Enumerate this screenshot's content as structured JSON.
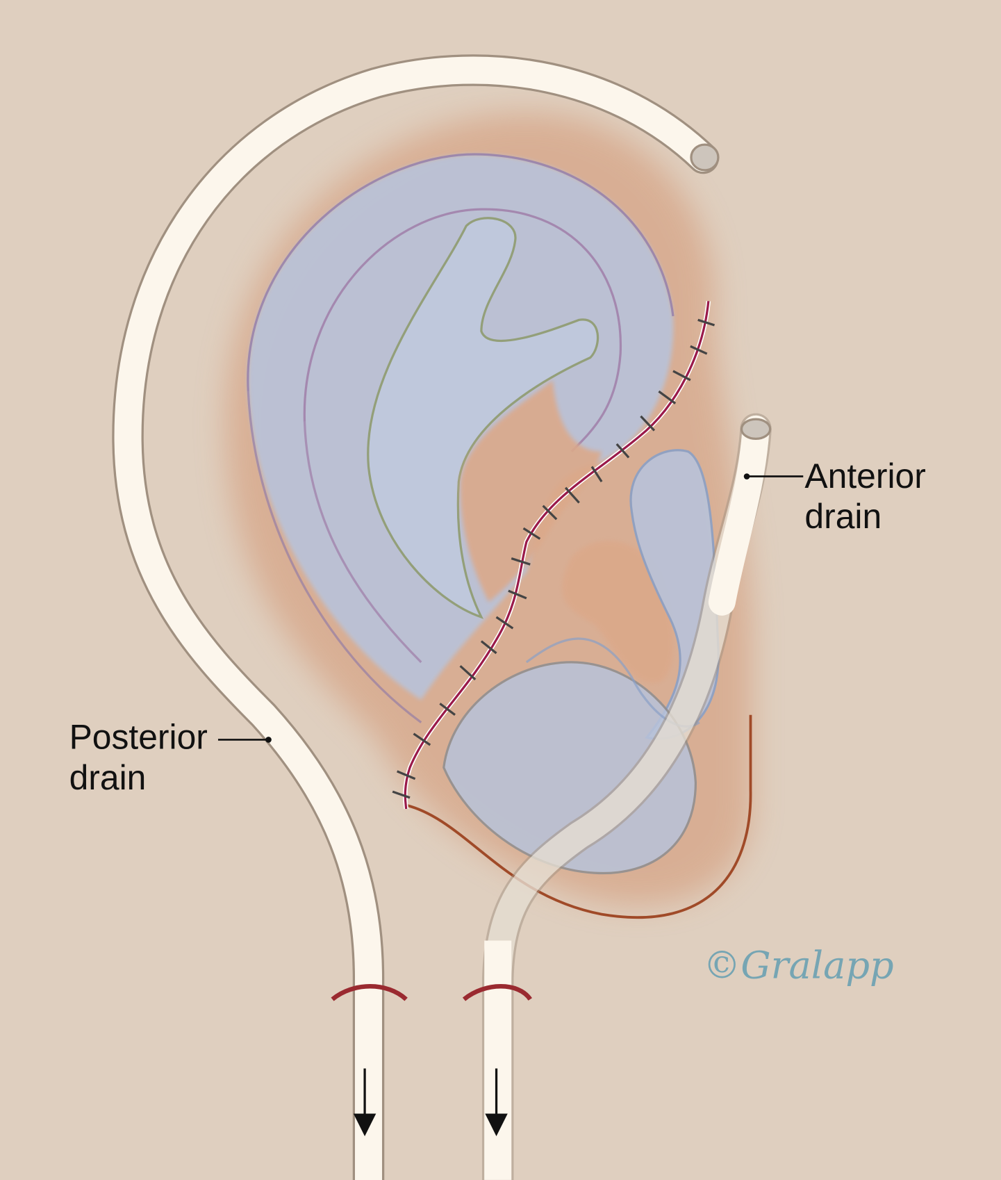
{
  "title": "Ear drains illustration",
  "labels": {
    "anterior_line1": "Anterior",
    "anterior_line2": "drain",
    "posterior_line1": "Posterior",
    "posterior_line2": "drain"
  },
  "signature": "©Gralapp",
  "colors": {
    "background": "#dfcfbf",
    "ear_blue": "#b7c2d8",
    "skin": "#dba98a",
    "drain": "#fcf6ec",
    "suture": "#9a1a4a",
    "signature": "#76a5b3"
  }
}
